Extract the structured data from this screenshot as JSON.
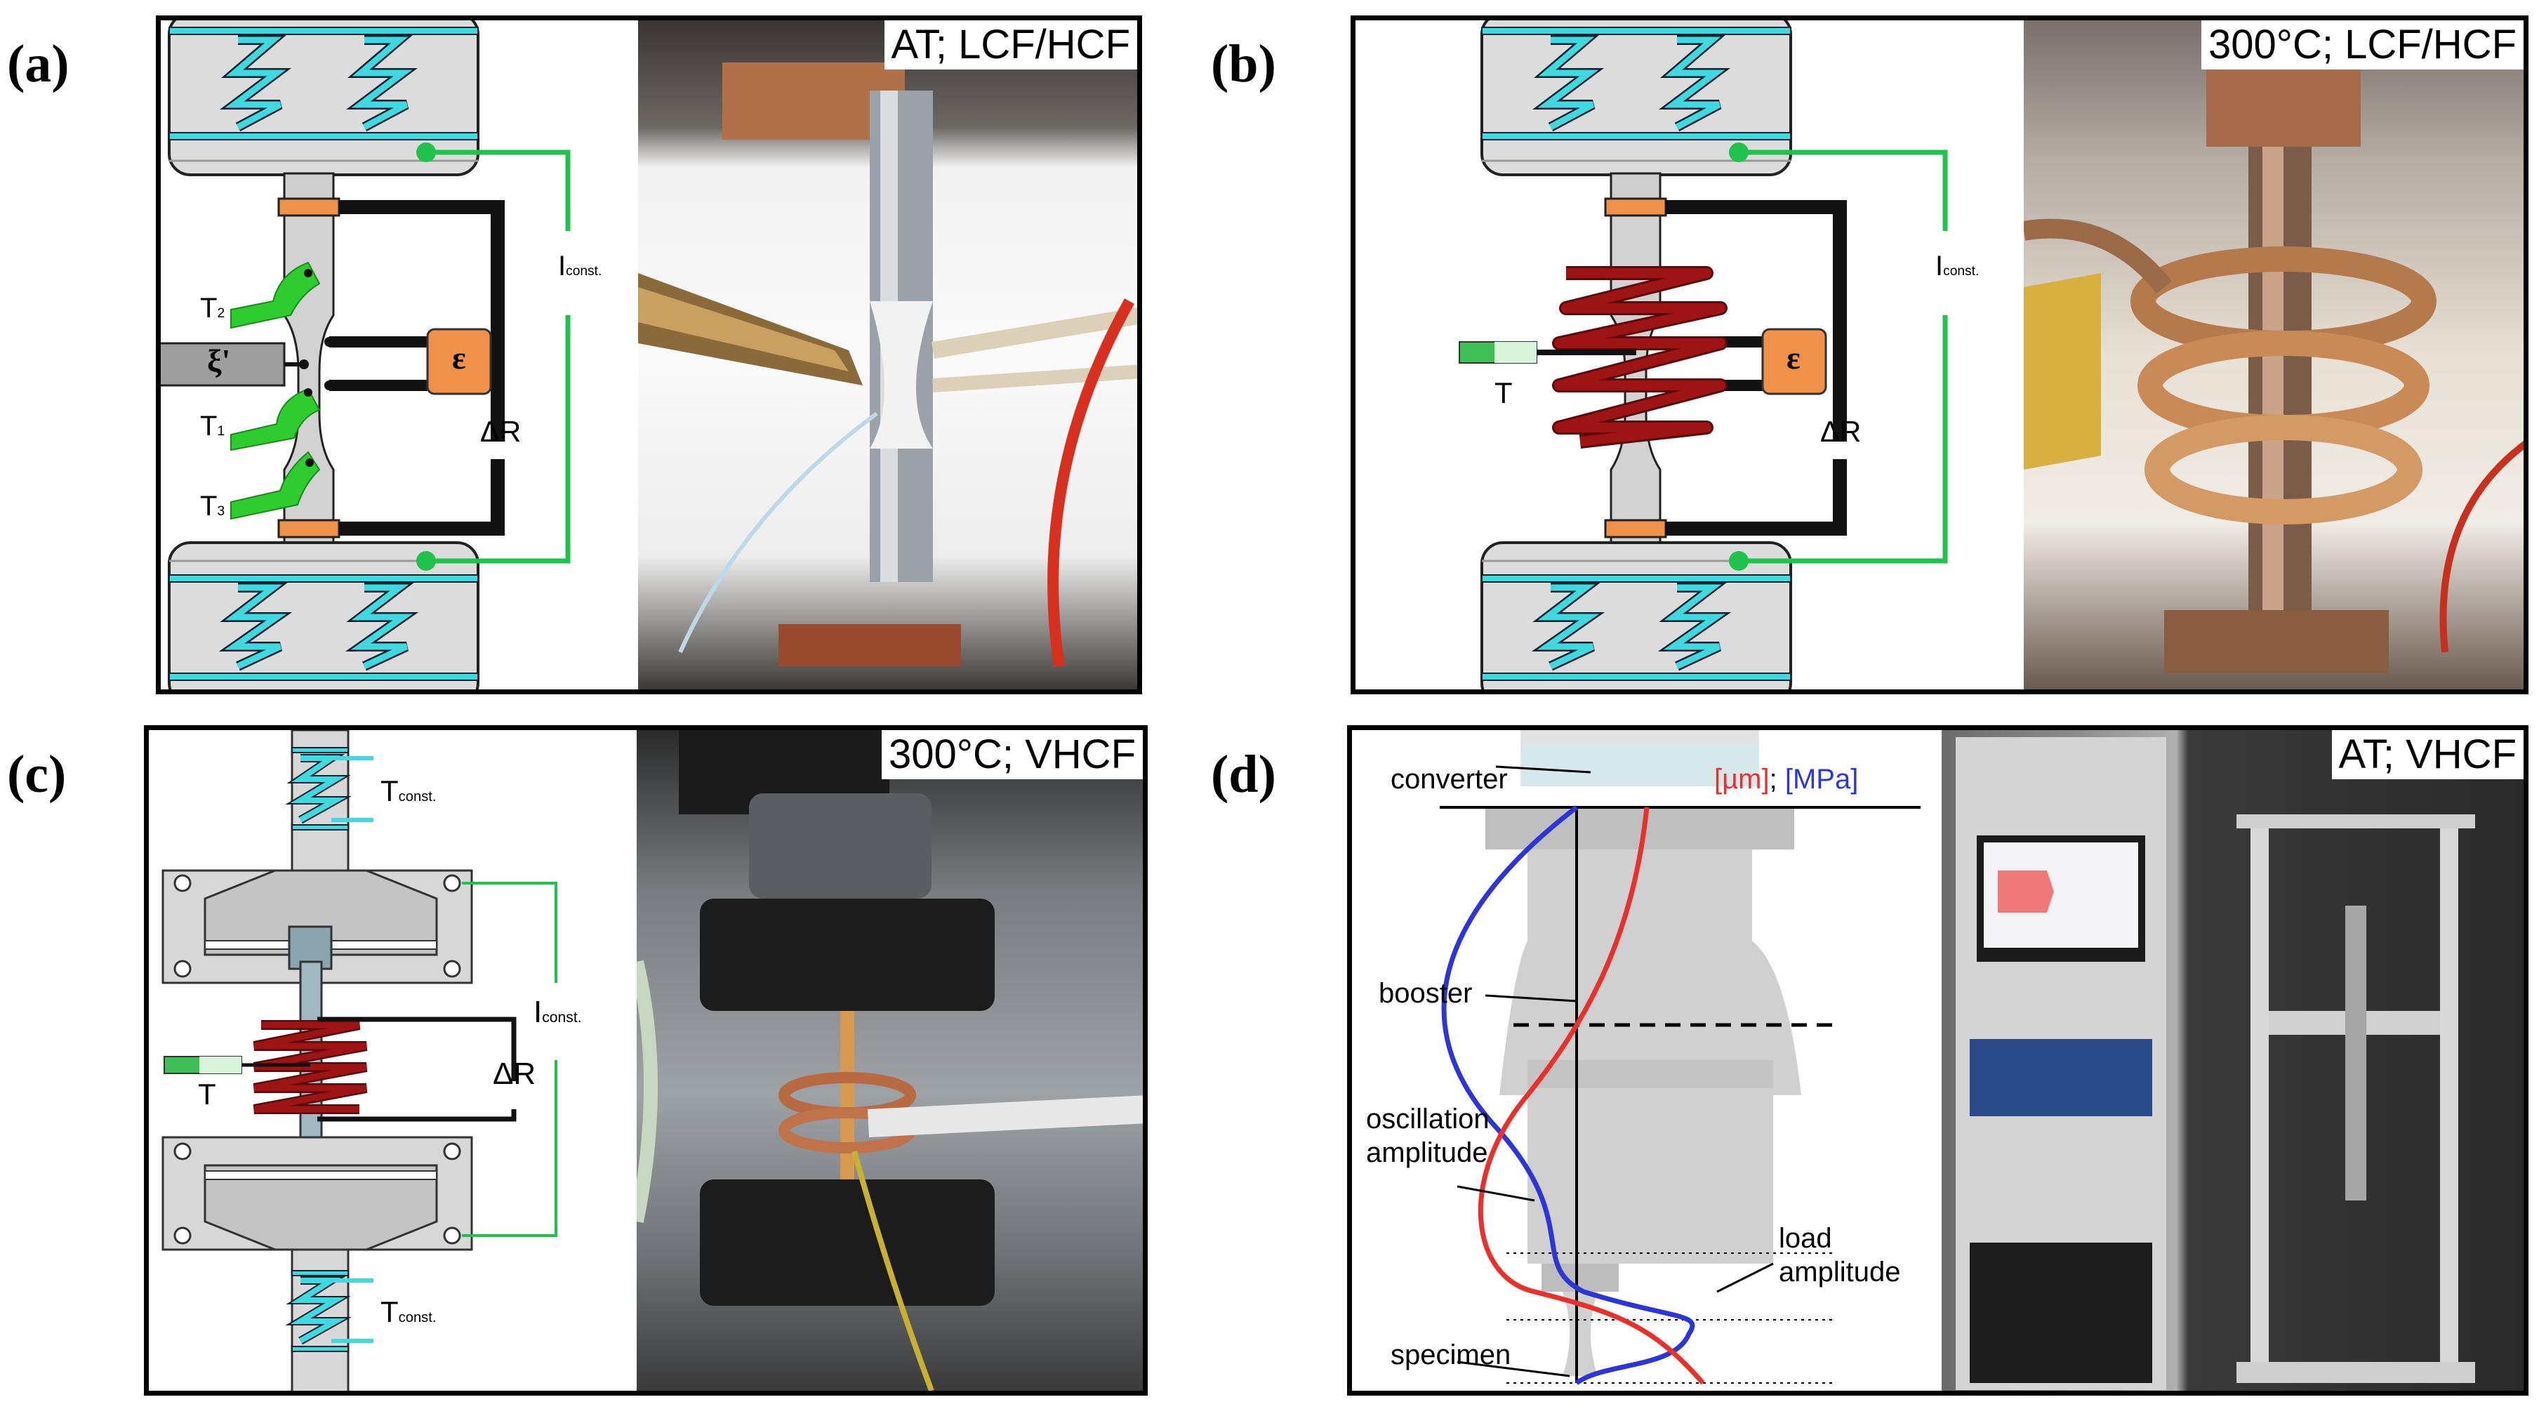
{
  "panels": {
    "a": {
      "label": "(a)",
      "tag": "AT; LCF/HCF",
      "t1": "T",
      "t1_sub": "1",
      "t2": "T",
      "t2_sub": "2",
      "t3": "T",
      "t3_sub": "3",
      "xi": "ξ'",
      "eps": "ε",
      "current": "I",
      "current_sub": "const.",
      "resistance": "ΔR"
    },
    "b": {
      "label": "(b)",
      "tag": "300°C; LCF/HCF",
      "temp": "T",
      "eps": "ε",
      "current": "I",
      "current_sub": "const.",
      "resistance": "ΔR"
    },
    "c": {
      "label": "(c)",
      "tag": "300°C; VHCF",
      "tconst_top": "T",
      "tconst_top_sub": "const.",
      "tconst_bottom": "T",
      "tconst_bottom_sub": "const.",
      "current": "I",
      "current_sub": "const.",
      "resistance": "ΔR",
      "temp": "T"
    },
    "d": {
      "label": "(d)",
      "tag": "AT; VHCF",
      "converter": "converter",
      "unit_um": "[µm]",
      "unit_sep": "; ",
      "unit_mpa": "[MPa]",
      "booster": "booster",
      "osc1": "oscillation",
      "osc2": "amplitude",
      "load1": "load",
      "load2": "amplitude",
      "specimen": "specimen"
    }
  },
  "colors": {
    "spring": "#3fd9e0",
    "green_wire": "#1fc24a",
    "coil": "#9e1414",
    "sensor": "#f08a2b",
    "red_curve": "#e8312b",
    "blue_curve": "#2b35d8"
  }
}
